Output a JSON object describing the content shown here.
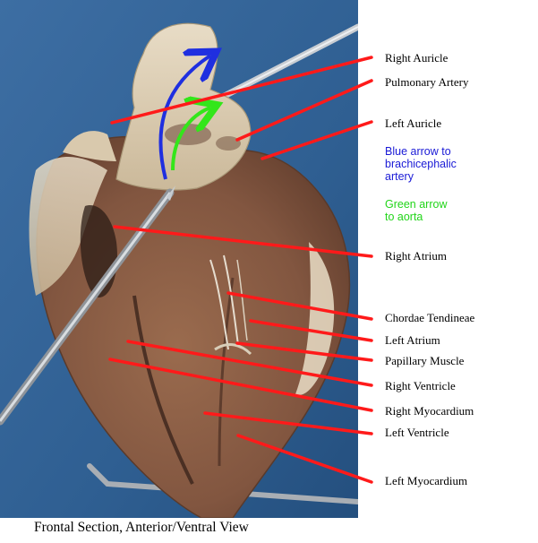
{
  "labels": {
    "right_auricle": "Right Auricle",
    "pulmonary_artery": "Pulmonary Artery",
    "left_auricle": "Left Auricle",
    "right_atrium": "Right Atrium",
    "chordae_tendineae": "Chordae Tendineae",
    "left_atrium": "Left Atrium",
    "papillary_muscle": "Papillary Muscle",
    "right_ventricle": "Right Ventricle",
    "right_myocardium": "Right Myocardium",
    "left_ventricle": "Left Ventricle",
    "left_myocardium": "Left Myocardium"
  },
  "notes": {
    "blue": "Blue arrow to\nbrachicephalic\nartery",
    "green": "Green arrow\nto aorta"
  },
  "caption": "Frontal Section, Anterior/Ventral View",
  "colors": {
    "leader_line": "#ff1a1a",
    "blue_arrow": "#1f2fe0",
    "green_arrow": "#33e61a",
    "blue_note_text": "#1a1ad6",
    "green_note_text": "#22d51a",
    "photo_background": "#2f5f92",
    "tissue": "#8a5f45"
  },
  "image_subject": "dissected heart specimen, frontal section, with dissecting probe"
}
